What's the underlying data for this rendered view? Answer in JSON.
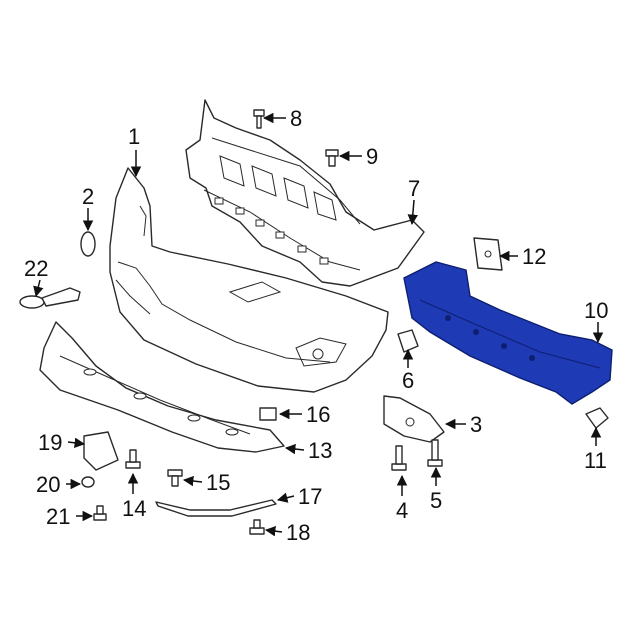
{
  "diagram": {
    "highlight_color": "#1f3ab5",
    "line_color": "#2a2a2a",
    "callouts": {
      "c1": "1",
      "c2": "2",
      "c3": "3",
      "c4": "4",
      "c5": "5",
      "c6": "6",
      "c7": "7",
      "c8": "8",
      "c9": "9",
      "c10": "10",
      "c11": "11",
      "c12": "12",
      "c13": "13",
      "c14": "14",
      "c15": "15",
      "c16": "16",
      "c17": "17",
      "c18": "18",
      "c19": "19",
      "c20": "20",
      "c21": "21",
      "c22": "22"
    }
  }
}
